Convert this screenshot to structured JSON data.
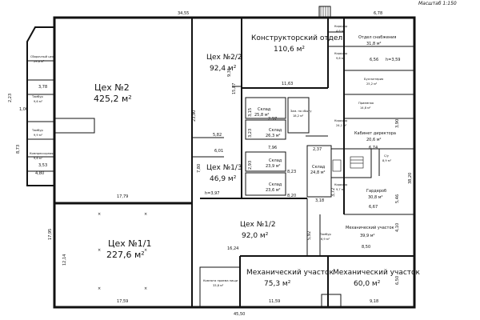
{
  "scale_note": "Масштаб 1:150",
  "rooms": {
    "tseh2": {
      "name": "Цех №2",
      "area": "425,2 м²"
    },
    "tseh22": {
      "name": "Цех №2/2",
      "area": "92,4 м²"
    },
    "konstr": {
      "name": "Конструкторский отдел",
      "area": "110,6 м²"
    },
    "tseh11": {
      "name": "Цех №1/1",
      "area": "227,6 м²"
    },
    "tseh13": {
      "name": "Цех №1/3",
      "area": "46,9 м²"
    },
    "tseh12": {
      "name": "Цех №1/2",
      "area": "92,0 м²"
    },
    "mech1": {
      "name": "Механический участок",
      "area": "75,3 м²"
    },
    "mech2": {
      "name": "Механический участок",
      "area": "60,0 м²"
    },
    "mech3": {
      "name": "Механический участок",
      "area": "39,9 м²"
    },
    "sklad1": {
      "name": "Склад",
      "area": "25,8 м²"
    },
    "sklad2": {
      "name": "Склад",
      "area": "26,3 м²"
    },
    "sklad3": {
      "name": "Склад",
      "area": "23,9 м²"
    },
    "sklad4": {
      "name": "Склад",
      "area": "23,6 м²"
    },
    "sklad5": {
      "name": "Склад",
      "area": "24,8 м²"
    },
    "zam": {
      "name": "Зам. по сбыту",
      "area": "18,2 м²"
    },
    "snab": {
      "name": "Отдел снабжения",
      "area": "31,8 м²"
    },
    "buh": {
      "name": "Бухгалтерия",
      "area": "25,2 м²"
    },
    "director": {
      "name": "Кабинет директора",
      "area": "20,6 м²"
    },
    "garderob": {
      "name": "Гардероб",
      "area": "30,8 м²"
    },
    "compressor": {
      "name": "Компрессорная",
      "area": "9,6 м²"
    },
    "tambur1": {
      "name": "Тамбур",
      "area": "9,6 м²"
    },
    "tambur2": {
      "name": "Тамбур",
      "area": "9,9 м²"
    },
    "sborochny": {
      "name": "Сборочный цех",
      "area": "29,6 м²"
    },
    "komnata": {
      "name": "Комната приема пищи",
      "area": "33,8 м²"
    },
    "koridor1": {
      "name": "Коридор",
      "area": "4,6 м²"
    },
    "koridor2": {
      "name": "Коридор",
      "area": "9,6 м²"
    },
    "koridor3": {
      "name": "Коридор",
      "area": "24,1 м²"
    },
    "koridor4": {
      "name": "Коридор",
      "area": "9,7 м²"
    },
    "tambur3": {
      "name": "Тамбур",
      "area": "6,9 м²"
    },
    "priemnaya": {
      "name": "Приемная",
      "area": "14,8 м²"
    },
    "sanuzel": {
      "name": "С/у",
      "area": "8,9 м²"
    }
  },
  "dims": {
    "top_total": "34,55",
    "bottom_total": "45,50",
    "right_total": "38,20",
    "left_total": "17,95",
    "d_6_78": "6,78",
    "d_23_90": "23,90",
    "d_17_79": "17,79",
    "d_17_59": "17,59",
    "d_11_59": "11,59",
    "d_9_18": "9,18",
    "d_11_63": "11,63",
    "d_16_24": "16,24",
    "d_7_80": "7,80",
    "d_6_01": "6,01",
    "d_5_82": "5,82",
    "d_15_87": "15,87",
    "d_9_31": "9,31",
    "d_8_23": "8,23",
    "d_8_20": "8,20",
    "d_7_96": "7,96",
    "d_2_37": "2,37",
    "d_3_18": "3,18",
    "d_4_10": "4,10",
    "d_8_50": "8,50",
    "d_6_50": "6,50",
    "d_5_92": "5,92",
    "d_3_72": "3,72",
    "d_6_67": "6,67",
    "d_6_74": "6,74",
    "d_5_46": "5,46",
    "d_3_90": "3,90",
    "d_4_80": "4,80",
    "d_3_53": "3,53",
    "d_3_78": "3,78",
    "d_2_23": "2,23",
    "d_1_00": "1,00",
    "d_6_56": "6,56",
    "d_2_97": "2,97",
    "d_h397": "h=3,97",
    "d_h359": "h=3,59",
    "d_2_93": "2,93",
    "d_3_15": "3,15",
    "d_3_23": "3,23",
    "d_12_14": "12,14",
    "d_8_73": "8,73"
  }
}
